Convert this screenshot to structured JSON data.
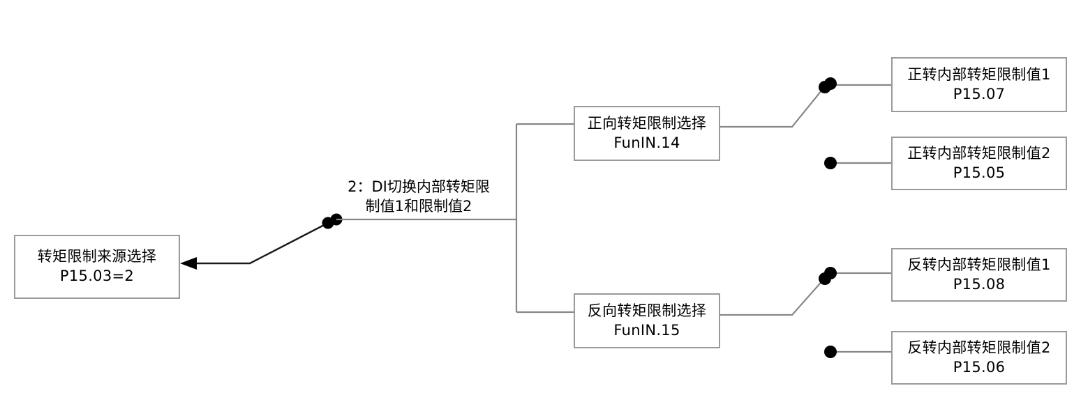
{
  "diagram": {
    "type": "block-diagram",
    "title_text_visible": false,
    "colors": {
      "wire": "#868686",
      "wire_dark": "#1a1a1a",
      "node": "#000000",
      "box_border": "#9a9a9a",
      "background": "#ffffff",
      "text": "#000000"
    },
    "source_box": {
      "line1": "转矩限制来源选择",
      "line2": "P15.03=2"
    },
    "mode_label": "2：DI切换内部转矩限\n制值1和限制值2",
    "selector_boxes": [
      {
        "id": "forward-select",
        "line1": "正向转矩限制选择",
        "line2": "FunIN.14"
      },
      {
        "id": "reverse-select",
        "line1": "反向转矩限制选择",
        "line2": "FunIN.15"
      }
    ],
    "limit_boxes": [
      {
        "id": "fwd-limit-1",
        "line1": "正转内部转矩限制值1",
        "line2": "P15.07"
      },
      {
        "id": "fwd-limit-2",
        "line1": "正转内部转矩限制值2",
        "line2": "P15.05"
      },
      {
        "id": "rev-limit-1",
        "line1": "反转内部转矩限制值1",
        "line2": "P15.08"
      },
      {
        "id": "rev-limit-2",
        "line1": "反转内部转矩限制值2",
        "line2": "P15.06"
      }
    ]
  }
}
